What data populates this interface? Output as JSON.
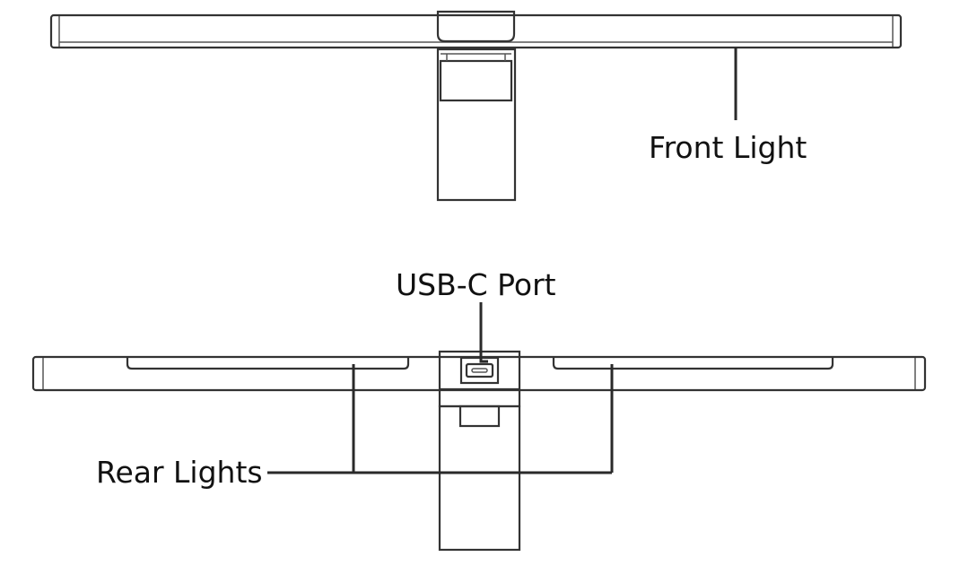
{
  "labels": {
    "front_light": "Front Light",
    "usb_c_port": "USB-C Port",
    "rear_lights": "Rear Lights"
  },
  "colors": {
    "outline": "#333333",
    "leader": "#2a2a2a",
    "text": "#111111",
    "background": "#ffffff"
  }
}
